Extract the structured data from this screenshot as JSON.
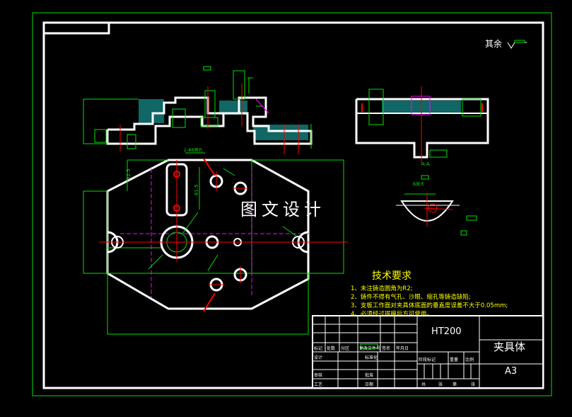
{
  "drawing": {
    "surface_note": "其余",
    "watermark": "图文设计",
    "tech_requirements": {
      "title": "技术要求",
      "items": [
        "1、未注铸造圆角为R2;",
        "2、铸件不得有气孔、沙眼、缩孔等铸造缺陷;",
        "3、支板工作面对夹具体底面的垂直度误差不大于0.05mm;",
        "4、必须经过拔模后方可使用。"
      ]
    },
    "title_block": {
      "material": "HT200",
      "part_name": "夹具体",
      "sheet_size": "A3",
      "row_labels": [
        "标记",
        "处数",
        "分区",
        "更改文件号",
        "签名",
        "年月日"
      ],
      "left_labels": [
        "设计",
        "审核",
        "工艺"
      ],
      "mid_labels": [
        "标准化",
        "批准",
        "日期"
      ],
      "stage_labels": [
        "阶段标记",
        "重量",
        "比例"
      ],
      "sheet_labels": [
        "共",
        "张",
        "第",
        "张"
      ]
    },
    "dimensions": {
      "slot_dim1": "32.5",
      "slot_dim2": "61.5",
      "hole_label": "2-Φ8销孔",
      "section_label": "A-A",
      "detail_label": "B放大"
    },
    "colors": {
      "outline": "#ffffff",
      "dimension": "#00e000",
      "center": "#ff0000",
      "hidden": "#ff00ff",
      "hatch": "#00aaaa",
      "text_yellow": "#ffff00"
    }
  }
}
